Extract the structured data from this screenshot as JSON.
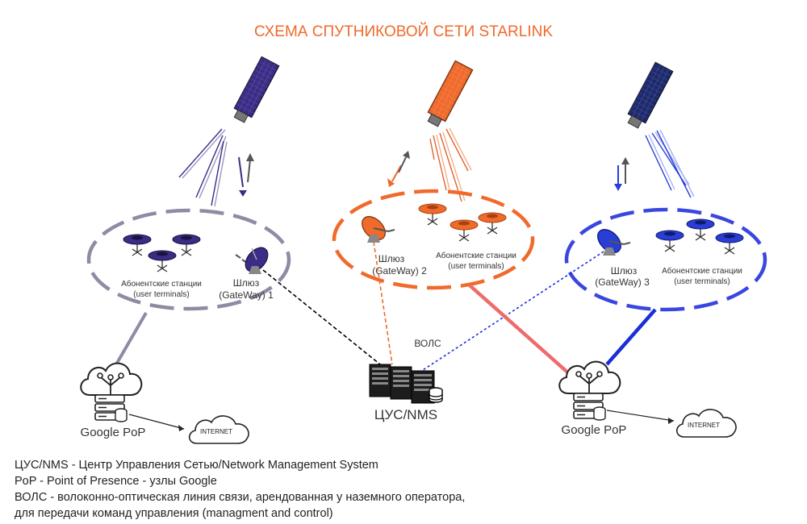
{
  "title": "СХЕМА СПУТНИКОВОЙ СЕТИ STARLINK",
  "colors": {
    "title": "#f06a2c",
    "cell1": "#8f8ba5",
    "cell2": "#f06a2c",
    "cell3": "#3a46e0",
    "sat1": "#3b2c86",
    "sat2": "#f06a2c",
    "sat3": "#1e2a6e",
    "nms_link": "#000000",
    "gw2_link": "#f06a2c",
    "gw3_link": "#1a2fd6"
  },
  "cells": [
    {
      "terminals_label": "Абонентские станции",
      "terminals_sub": "(user terminals)",
      "gateway_label": "Шлюз",
      "gateway_sub": "(GateWay) 1"
    },
    {
      "terminals_label": "Абонентские станции",
      "terminals_sub": "(user terminals)",
      "gateway_label": "Шлюз",
      "gateway_sub": "(GateWay) 2"
    },
    {
      "terminals_label": "Абонентские станции",
      "terminals_sub": "(user terminals)",
      "gateway_label": "Шлюз",
      "gateway_sub": "(GateWay) 3"
    }
  ],
  "nms_label": "ЦУС/NMS",
  "vols_label": "ВОЛС",
  "pop_label": "Google PoP",
  "internet_label": "INTERNET",
  "icons": [
    "satellite-icon",
    "user-terminal-icon",
    "gateway-dish-icon",
    "server-rack-icon",
    "cloud-network-icon",
    "internet-cloud-icon"
  ],
  "legend": [
    "ЦУС/NMS - Центр Управления Сетью/Network Management System",
    "PoP - Point of Presence  - узлы Google",
    "ВОЛС - волоконно-оптическая линия связи, арендованная у наземного оператора,",
    "для передачи команд управления (managment and control)"
  ]
}
